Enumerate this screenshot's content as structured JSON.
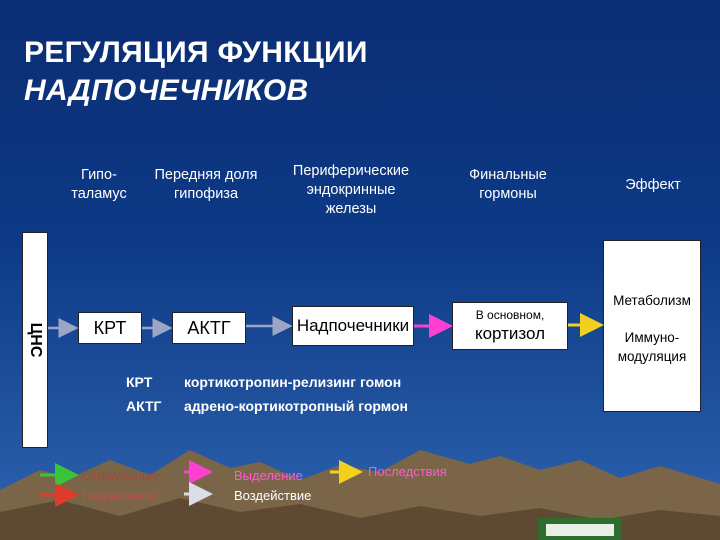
{
  "title": {
    "line1": "РЕГУЛЯЦИЯ ФУНКЦИИ",
    "line2": "НАДПОЧЕЧНИКОВ"
  },
  "headers": {
    "hypothalamus": "Гипо-\nталамус",
    "pituitary": "Передняя доля\nгипофиза",
    "peripheral": "Периферические\nэндокринные\nжелезы",
    "final": "Финальные\nгормоны",
    "effect": "Эффект"
  },
  "cns": "ЦНС",
  "boxes": {
    "krt": "КРТ",
    "aktg": "АКТГ",
    "adrenal": "Надпочечники",
    "cortisol_small": "В основном,",
    "cortisol": "кортизол",
    "effect_metabolism": "Метаболизм",
    "effect_immuno": "Иммуно-\nмодуляция"
  },
  "definitions": [
    {
      "abbr": "КРТ",
      "text": "кортикотропин-релизинг гомон"
    },
    {
      "abbr": "АКТГ",
      "text": "адрено-кортикотропный гормон"
    }
  ],
  "legend": {
    "items": [
      "Стимуляция",
      "Подавление",
      "Выделение",
      "Воздействие",
      "Последствия"
    ]
  },
  "colors": {
    "arrow_grey": "#9aa6c4",
    "arrow_pink": "#ff3fd0",
    "arrow_yellow": "#f2d020",
    "arrow_green": "#39c43a",
    "arrow_red": "#e03a2a"
  }
}
